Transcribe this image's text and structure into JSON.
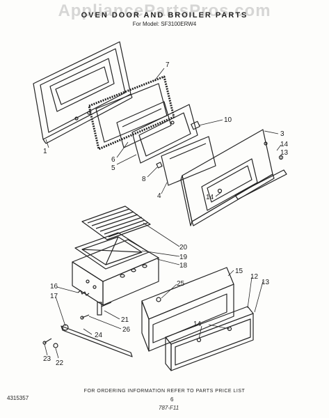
{
  "header": {
    "watermark": "AppliancePartsPros.com",
    "title": "OVEN DOOR AND BROILER PARTS",
    "model_line": "For Model: SF3100ERW4"
  },
  "callouts": [
    "1",
    "7",
    "10",
    "3",
    "14",
    "13",
    "6",
    "5",
    "8",
    "4",
    "14",
    "20",
    "19",
    "18",
    "25",
    "15",
    "12",
    "13",
    "16",
    "17",
    "21",
    "26",
    "24",
    "14",
    "23",
    "22"
  ],
  "footer": {
    "ordering_note": "FOR ORDERING INFORMATION REFER TO PARTS PRICE LIST",
    "part_code": "4315357",
    "page_number": "6",
    "handwritten_mark": "787-F11"
  }
}
